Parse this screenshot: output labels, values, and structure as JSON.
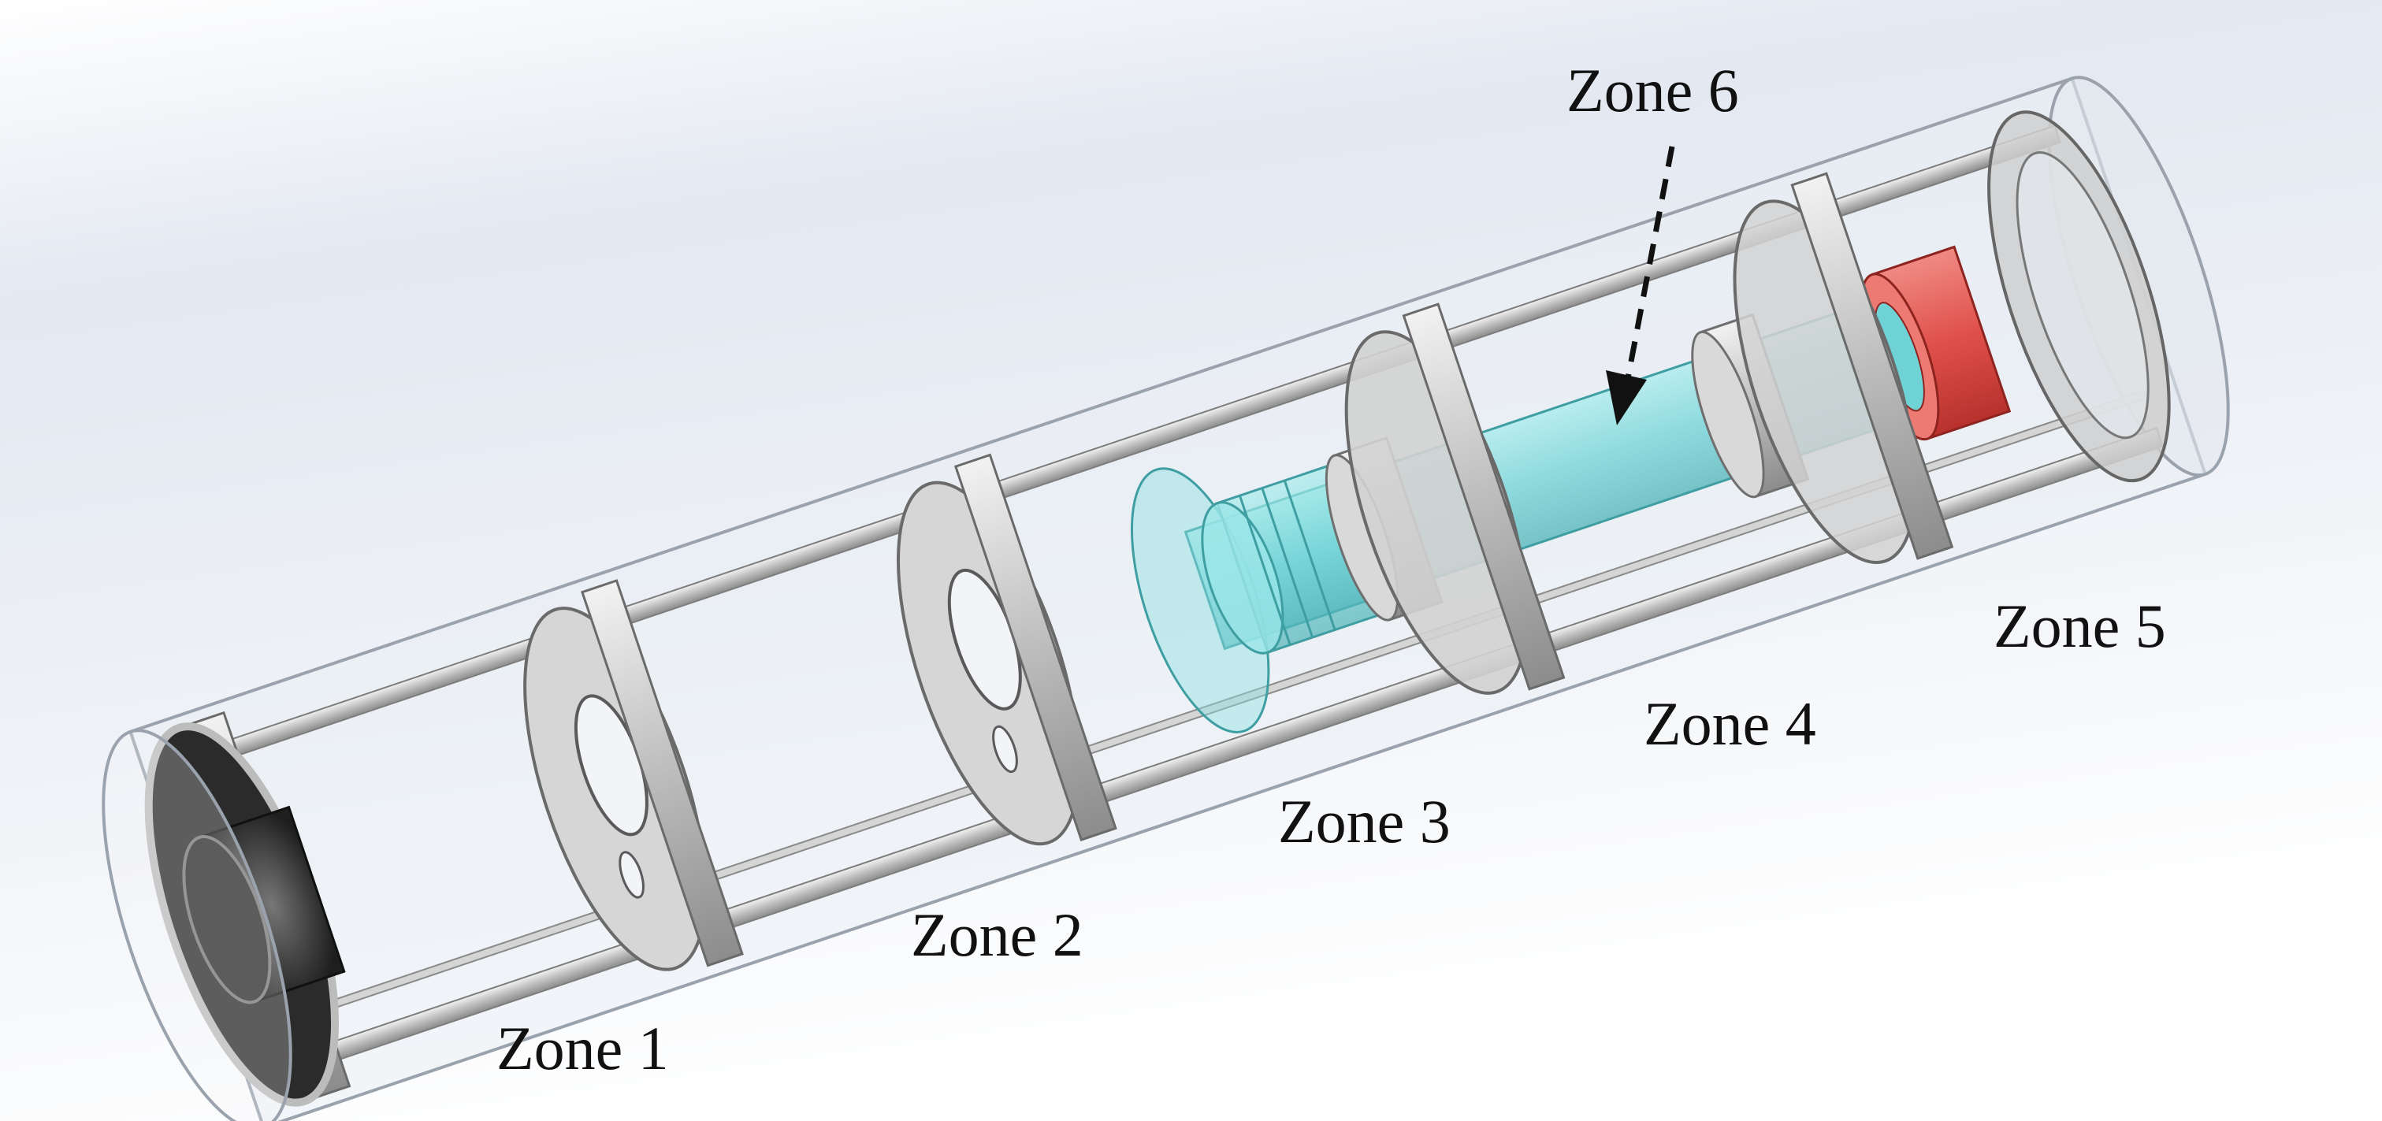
{
  "zones": [
    {
      "label": "Zone 1"
    },
    {
      "label": "Zone 2"
    },
    {
      "label": "Zone 3"
    },
    {
      "label": "Zone 4"
    },
    {
      "label": "Zone 5"
    },
    {
      "label": "Zone 6"
    }
  ],
  "colors": {
    "background_top": "#dfe4ee",
    "background_bottom": "#ffffff",
    "metal": "#c9c9c9",
    "metal_dark": "#4a4a4a",
    "glass": "#dfe6ee",
    "cyan_part": "#6fd3d6",
    "red_ring": "#e0504a",
    "label_text": "#111111"
  }
}
